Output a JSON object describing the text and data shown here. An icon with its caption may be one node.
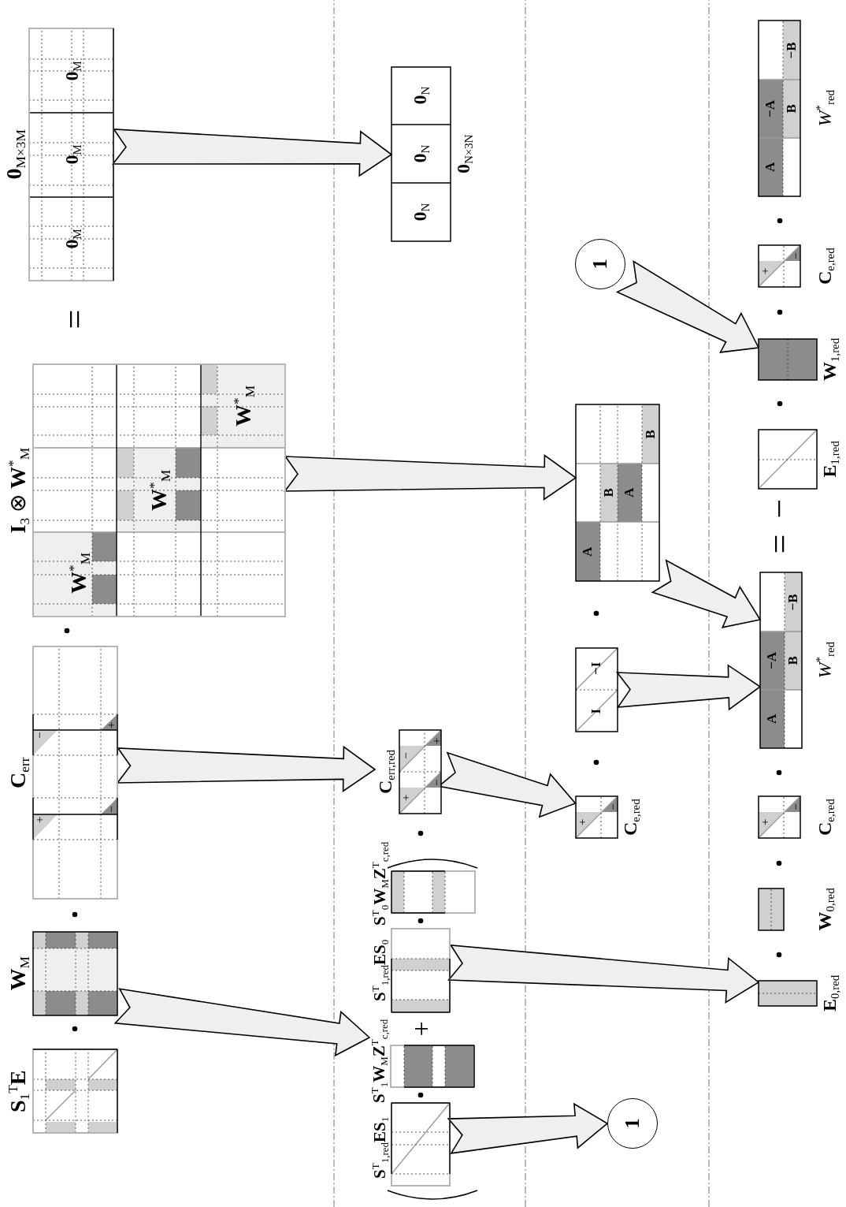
{
  "diagram": {
    "nodes": [
      {
        "text": [
          "**S**$_{1}$$^{T}$**E**"
        ]
      },
      {
        "text": [
          "**W**$_{M}$"
        ]
      },
      {
        "text": [
          "**C**$_{err}$",
          "+",
          "−",
          "−",
          "+"
        ]
      },
      {
        "text": [
          "**I**$_{3}$ ⊗ **W**$^{*}$$_{M}$",
          "**W**$^{*}$$_{M}$",
          "**W**$^{*}$$_{M}$",
          "**W**$^{*}$$_{M}$"
        ]
      },
      {
        "text": [
          "**0**$_{M×3M}$",
          "**0**$_{M}$",
          "**0**$_{M}$",
          "**0**$_{M}$"
        ]
      },
      {
        "text": [
          "**S**$^{T}$$_{1,red}$**ES**$_{1}$"
        ]
      },
      {
        "text": [
          "**S**$^{T}$$_{1}$**W**$_{M}$**Z**$^{T}$$_{c,red}$"
        ]
      },
      {
        "text": [
          "**S**$^{T}$$_{1,red}$**ES**$_{0}$"
        ]
      },
      {
        "text": [
          "**S**$^{T}$$_{0}$**W**$_{M}$**Z**$^{T}$$_{c,red}$"
        ]
      },
      {
        "text": [
          "**C**$_{err,red}$",
          "+",
          "−",
          "−",
          "+"
        ]
      },
      {
        "text": [
          "**0**$_{N×3N}$",
          "**0**$_{N}$",
          "**0**$_{N}$",
          "**0**$_{N}$"
        ]
      },
      {
        "text": [
          "1"
        ]
      },
      {
        "text": [
          "**C**$_{e,red}$",
          "+",
          "−"
        ]
      },
      {
        "text": [
          "I",
          "−I"
        ]
      },
      {
        "text": [
          "A",
          "B",
          "A",
          "B"
        ]
      },
      {
        "text": [
          "1"
        ]
      },
      {
        "text": [
          "**E**$_{0,red}$"
        ]
      },
      {
        "text": [
          "**W**$_{0,red}$"
        ]
      },
      {
        "text": [
          "**C**$_{e,red}$",
          "+",
          "−"
        ]
      },
      {
        "text": [
          "*W*$^{*}$$_{red}$",
          "A",
          "−A",
          "B",
          "−B"
        ]
      },
      {
        "text": [
          "**E**$_{1,red}$"
        ]
      },
      {
        "text": [
          "**W**$_{1,red}$"
        ]
      },
      {
        "text": [
          "**C**$_{e,red}$",
          "+",
          "−"
        ]
      },
      {
        "text": [
          "*W*$^{*}$$_{red}$",
          "A",
          "−A",
          "B",
          "−B"
        ]
      }
    ],
    "edges": [
      {
        "from": 1,
        "to": 6,
        "arrow": "to"
      },
      {
        "from": 2,
        "to": 9,
        "arrow": "to"
      },
      {
        "from": 3,
        "to": 14,
        "arrow": "to"
      },
      {
        "from": 4,
        "to": 10,
        "arrow": "to"
      },
      {
        "from": 5,
        "to": 11,
        "arrow": "to"
      },
      {
        "from": 7,
        "to": 16,
        "arrow": "to"
      },
      {
        "from": 9,
        "to": 12,
        "arrow": "to"
      },
      {
        "from": 13,
        "to": 19,
        "arrow": "to"
      },
      {
        "from": 14,
        "to": 19,
        "arrow": "to"
      },
      {
        "from": 15,
        "to": 21,
        "arrow": "to"
      }
    ],
    "labels": [
      "=",
      "+",
      "=",
      "−"
    ]
  }
}
